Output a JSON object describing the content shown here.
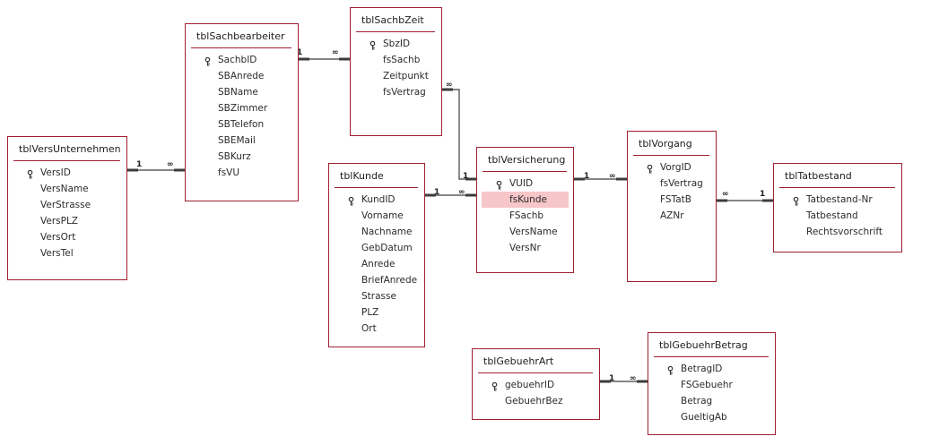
{
  "tables": [
    {
      "id": "versunternehmen",
      "name": "tblVersUnternehmen",
      "fields": [
        {
          "name": "VersID",
          "key": true
        },
        {
          "name": "VersName"
        },
        {
          "name": "VerStrasse"
        },
        {
          "name": "VersPLZ"
        },
        {
          "name": "VersOrt"
        },
        {
          "name": "VersTel"
        }
      ]
    },
    {
      "id": "sachbearbeiter",
      "name": "tblSachbearbeiter",
      "fields": [
        {
          "name": "SachbID",
          "key": true
        },
        {
          "name": "SBAnrede"
        },
        {
          "name": "SBName"
        },
        {
          "name": "SBZimmer"
        },
        {
          "name": "SBTelefon"
        },
        {
          "name": "SBEMail"
        },
        {
          "name": "SBKurz"
        },
        {
          "name": "fsVU"
        }
      ]
    },
    {
      "id": "sachbzeit",
      "name": "tblSachbZeit",
      "fields": [
        {
          "name": "SbzID",
          "key": true
        },
        {
          "name": "fsSachb"
        },
        {
          "name": "Zeitpunkt"
        },
        {
          "name": "fsVertrag"
        }
      ]
    },
    {
      "id": "kunde",
      "name": "tblKunde",
      "fields": [
        {
          "name": "KundID",
          "key": true
        },
        {
          "name": "Vorname"
        },
        {
          "name": "Nachname"
        },
        {
          "name": "GebDatum"
        },
        {
          "name": "Anrede"
        },
        {
          "name": "BriefAnrede"
        },
        {
          "name": "Strasse"
        },
        {
          "name": "PLZ"
        },
        {
          "name": "Ort"
        }
      ]
    },
    {
      "id": "versicherung",
      "name": "tblVersicherung",
      "fields": [
        {
          "name": "VUID",
          "key": true
        },
        {
          "name": "fsKunde",
          "selected": true
        },
        {
          "name": "FSachb"
        },
        {
          "name": "VersName"
        },
        {
          "name": "VersNr"
        }
      ]
    },
    {
      "id": "vorgang",
      "name": "tblVorgang",
      "fields": [
        {
          "name": "VorgID",
          "key": true
        },
        {
          "name": "fsVertrag"
        },
        {
          "name": "FSTatB"
        },
        {
          "name": "AZNr"
        }
      ]
    },
    {
      "id": "tatbestand",
      "name": "tblTatbestand",
      "fields": [
        {
          "name": "Tatbestand-Nr",
          "key": true
        },
        {
          "name": "Tatbestand"
        },
        {
          "name": "Rechtsvorschrift"
        }
      ]
    },
    {
      "id": "gebuehrart",
      "name": "tblGebuehrArt",
      "fields": [
        {
          "name": "gebuehrID",
          "key": true
        },
        {
          "name": "GebuehrBez"
        }
      ]
    },
    {
      "id": "gebuehrbetrag",
      "name": "tblGebuehrBetrag",
      "fields": [
        {
          "name": "BetragID",
          "key": true
        },
        {
          "name": "FSGebuehr"
        },
        {
          "name": "Betrag"
        },
        {
          "name": "GueltigAb"
        }
      ]
    }
  ],
  "relationships": [
    {
      "from": "versunternehmen",
      "to": "sachbearbeiter",
      "from_card": "1",
      "to_card": "∞"
    },
    {
      "from": "sachbearbeiter",
      "to": "sachbzeit",
      "from_card": "1",
      "to_card": "∞"
    },
    {
      "from": "sachbzeit",
      "to": "versicherung",
      "from_card": "∞",
      "to_card": "1"
    },
    {
      "from": "kunde",
      "to": "versicherung",
      "from_card": "1",
      "to_card": "∞"
    },
    {
      "from": "versicherung",
      "to": "vorgang",
      "from_card": "1",
      "to_card": "∞"
    },
    {
      "from": "vorgang",
      "to": "tatbestand",
      "from_card": "∞",
      "to_card": "1"
    },
    {
      "from": "gebuehrart",
      "to": "gebuehrbetrag",
      "from_card": "1",
      "to_card": "∞"
    }
  ],
  "colors": {
    "border": "#9f1f2f",
    "line": "#3c3c3c",
    "selected_row": "#f6c6c9"
  }
}
